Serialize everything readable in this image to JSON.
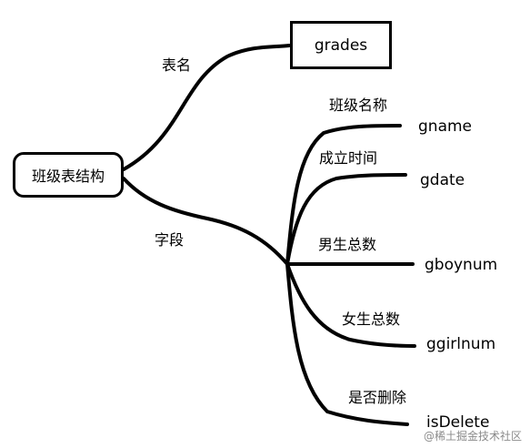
{
  "root": {
    "label": "班级表结构"
  },
  "branches": {
    "table_label": "表名",
    "fields_label": "字段"
  },
  "table": {
    "name": "grades"
  },
  "fields": [
    {
      "desc": "班级名称",
      "name": "gname"
    },
    {
      "desc": "成立时间",
      "name": "gdate"
    },
    {
      "desc": "男生总数",
      "name": "gboynum"
    },
    {
      "desc": "女生总数",
      "name": "ggirlnum"
    },
    {
      "desc": "是否删除",
      "name": "isDelete"
    }
  ],
  "watermark": "@稀土掘金技术社区",
  "colors": {
    "line": "#000000",
    "text": "#000000",
    "watermark": "#8a8a8a",
    "background": "#ffffff"
  }
}
